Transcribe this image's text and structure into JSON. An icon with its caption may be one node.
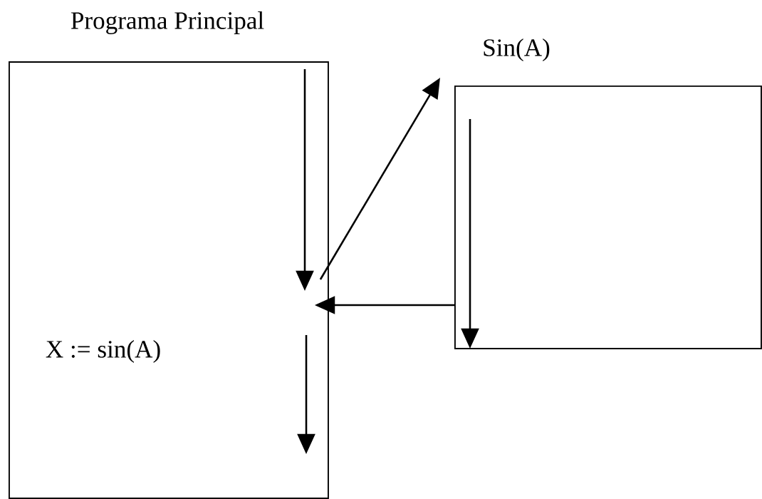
{
  "diagram": {
    "nodes": [
      {
        "text": [
          "Programa Principal",
          "X := sin(A)"
        ]
      },
      {
        "text": [
          "Sin(A)"
        ]
      }
    ],
    "edges": [
      {
        "from": 0,
        "to": 1,
        "arrow": "to"
      },
      {
        "from": 1,
        "to": 0,
        "arrow": "to"
      }
    ]
  }
}
